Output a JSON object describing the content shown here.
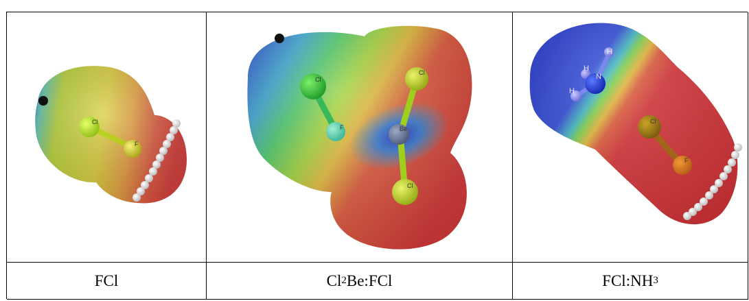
{
  "panels": [
    {
      "caption_main": "FCl",
      "caption_sub": "",
      "caption_tail": "",
      "atoms": [
        "Cl",
        "F"
      ]
    },
    {
      "caption_main": "Cl",
      "caption_sub": "2",
      "caption_tail": "Be:FCl",
      "atoms": [
        "Cl",
        "F",
        "Cl",
        "Be",
        "Cl"
      ]
    },
    {
      "caption_main": "FCl:NH",
      "caption_sub": "3",
      "caption_tail": "",
      "atoms": [
        "H",
        "H",
        "N",
        "H",
        "Cl",
        "F"
      ]
    }
  ],
  "colors": {
    "blue": "#2a3fd6",
    "cyan": "#45c2c8",
    "green": "#4cc24a",
    "yellow": "#d8d23a",
    "orange": "#e08a33",
    "red": "#d83a3a"
  }
}
